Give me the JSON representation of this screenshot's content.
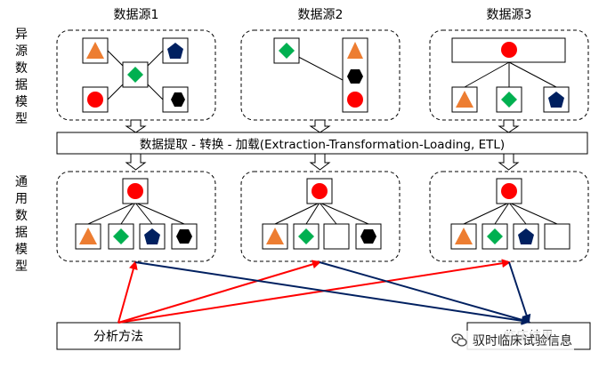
{
  "labels": {
    "hetero_model": "异源数据模型",
    "common_model": "通用数据模型",
    "sources": [
      "数据源1",
      "数据源2",
      "数据源3"
    ],
    "etl": "数据提取 - 转换 - 加载(Extraction-Transformation-Loading, ETL)",
    "analysis": "分析方法",
    "clinical": "临床结果",
    "watermark": "驭时临床试验信息"
  },
  "colors": {
    "orange": "#ED7D31",
    "green": "#00B050",
    "navy": "#002060",
    "black": "#000000",
    "red": "#FF0000",
    "arrow_red": "#FF0000",
    "arrow_blue": "#002060"
  }
}
